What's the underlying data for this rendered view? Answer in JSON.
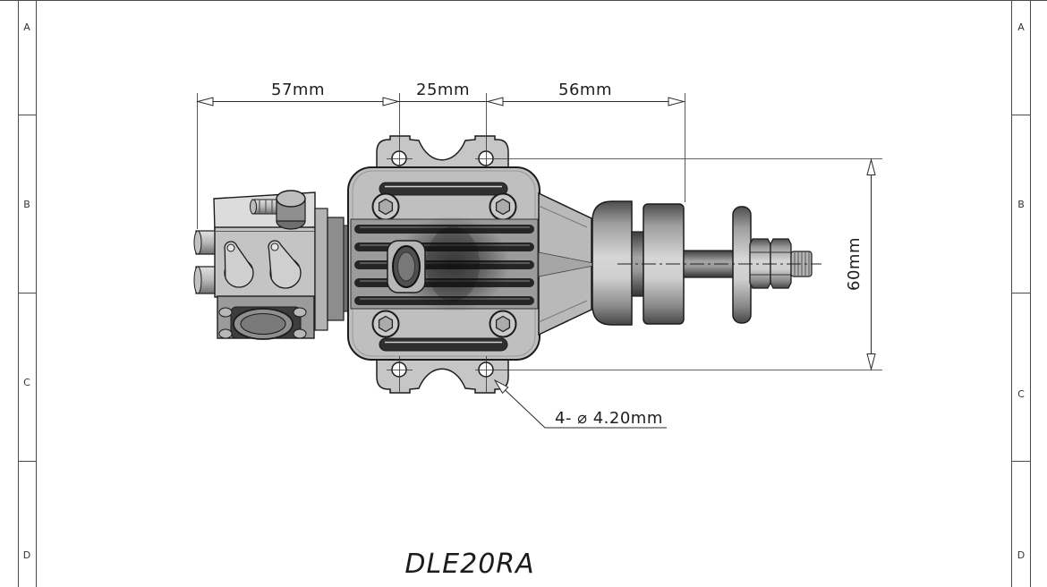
{
  "drawing": {
    "title": "DLE20RA",
    "dimensions": {
      "carb_to_mount": "57mm",
      "mount_hole_spacing_h": "25mm",
      "mount_to_hub": "56mm",
      "mount_hole_spacing_v": "60mm",
      "mount_holes_note": "4- ⌀ 4.20mm"
    },
    "frame": {
      "zones": [
        "A",
        "B",
        "C",
        "D"
      ]
    }
  },
  "colors": {
    "background": "#ffffff",
    "line": "#2a2a2a",
    "frame_line": "#4a4a4a",
    "text": "#1e1e1e",
    "body_light": "#c9c9c9",
    "body_mid": "#9b9b9b",
    "body_dark": "#3a3a3a"
  }
}
